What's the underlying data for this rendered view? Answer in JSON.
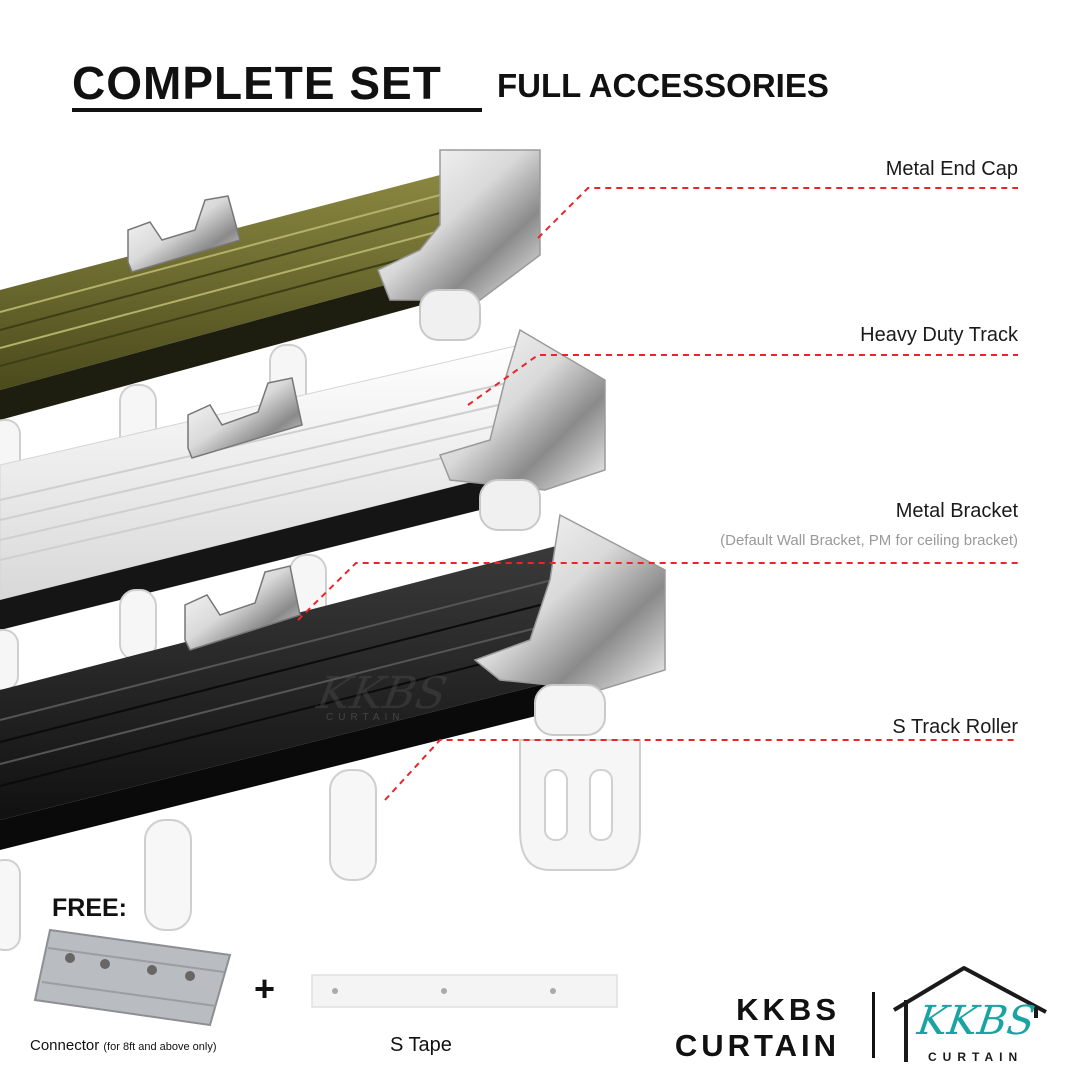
{
  "header": {
    "title_main": "COMPLETE SET",
    "title_sub": "FULL ACCESSORIES"
  },
  "callouts": {
    "end_cap": "Metal End Cap",
    "track": "Heavy Duty Track",
    "bracket": "Metal Bracket",
    "bracket_note": "(Default Wall Bracket, PM for ceiling bracket)",
    "roller": "S Track Roller"
  },
  "free_section": {
    "label": "FREE:",
    "plus": "+",
    "connector_label": "Connector",
    "connector_note": "(for 8ft and above only)",
    "stape_label": "S Tape"
  },
  "brand": {
    "line1": "KKBS",
    "line2": "CURTAIN",
    "logo_text": "KKBS",
    "logo_sub": "CURTAIN"
  },
  "colors": {
    "leader_line": "#e8262a",
    "track_olive": "#6b6a2e",
    "track_white": "#f4f4f4",
    "track_black": "#2a2a2a",
    "logo_teal": "#1aa3a3"
  },
  "icons": {
    "logo": "house-roof-icon"
  }
}
